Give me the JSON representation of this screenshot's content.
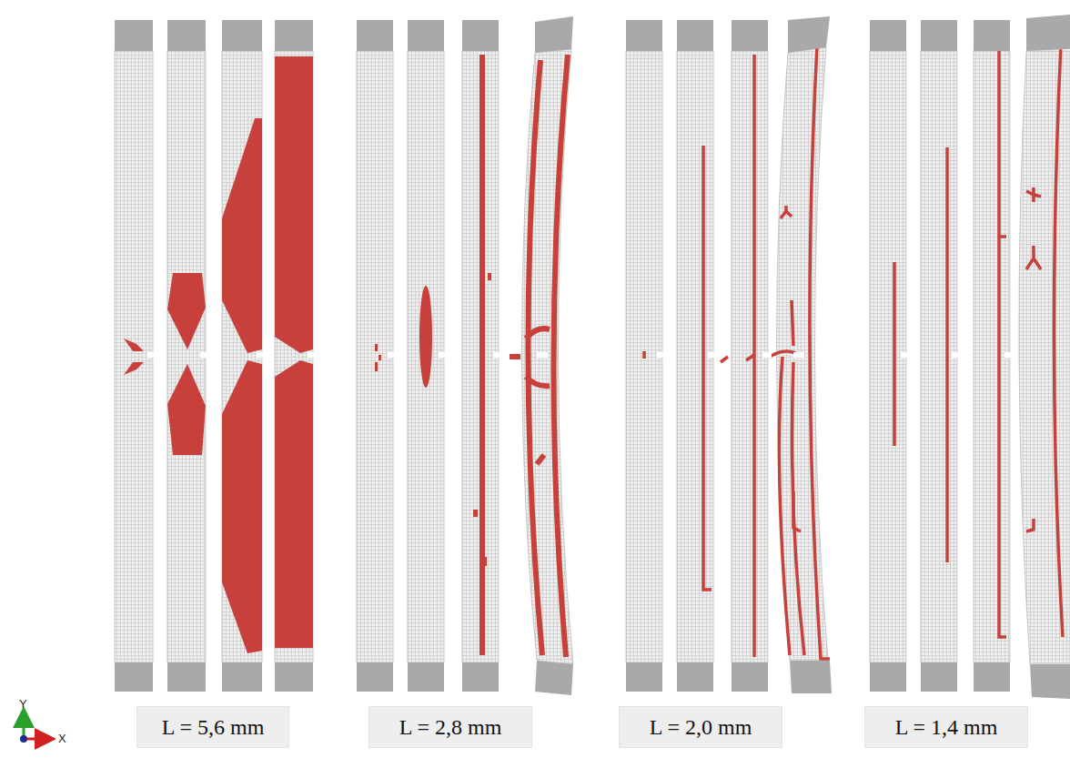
{
  "diagram": {
    "nodes": [
      {
        "text": [
          "L = 5,6 mm"
        ]
      },
      {
        "text": [
          "L = 2,8 mm"
        ]
      },
      {
        "text": [
          "L = 2,0 mm"
        ]
      },
      {
        "text": [
          "L = 1,4 mm"
        ]
      }
    ],
    "labels": [
      "Y",
      "X"
    ]
  }
}
